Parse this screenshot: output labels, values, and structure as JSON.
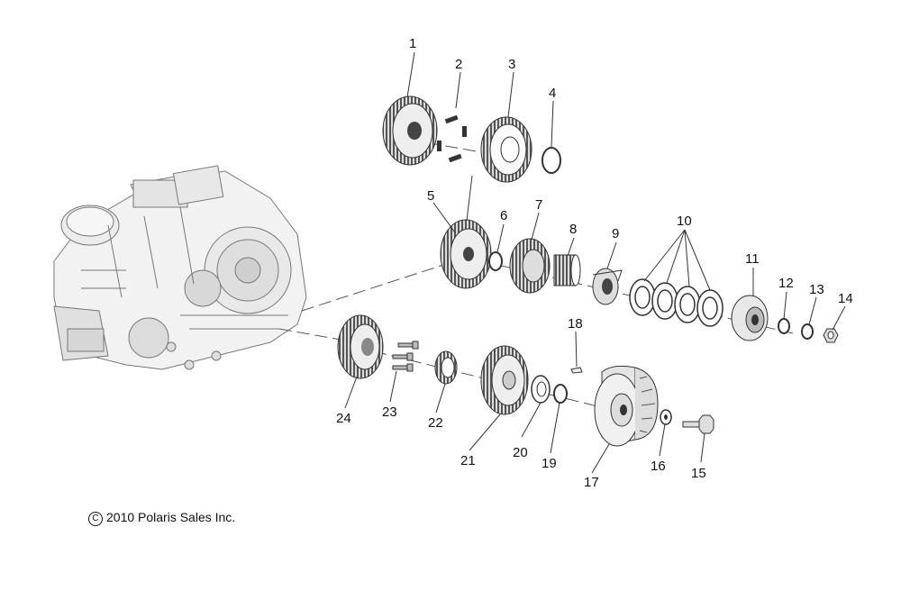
{
  "callouts": {
    "c1": "1",
    "c2": "2",
    "c3": "3",
    "c4": "4",
    "c5": "5",
    "c6": "6",
    "c7": "7",
    "c8": "8",
    "c9": "9",
    "c10": "10",
    "c11": "11",
    "c12": "12",
    "c13": "13",
    "c14": "14",
    "c15": "15",
    "c16": "16",
    "c17": "17",
    "c18": "18",
    "c19": "19",
    "c20": "20",
    "c21": "21",
    "c22": "22",
    "c23": "23",
    "c24": "24"
  },
  "copyright": {
    "symbol": "C",
    "text": "2010 Polaris Sales Inc."
  }
}
